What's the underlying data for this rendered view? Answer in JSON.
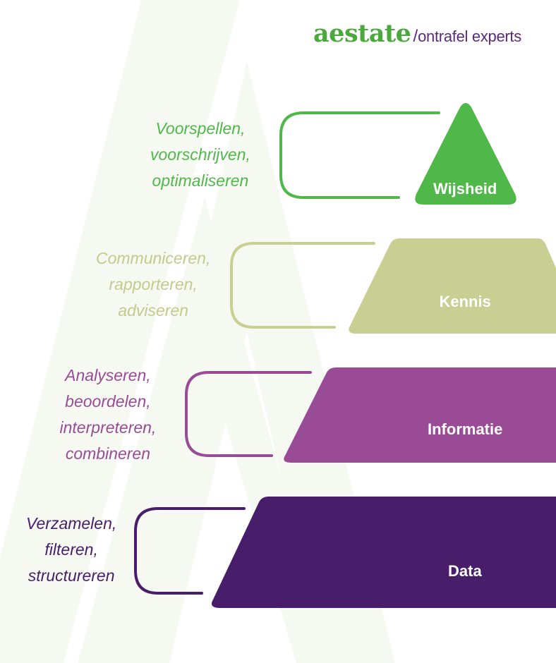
{
  "logo": {
    "brand": "aestate",
    "slash": "/",
    "tagline": "ontrafel experts",
    "brand_color": "#4aa83d",
    "tagline_color": "#5b2a78"
  },
  "tiers": [
    {
      "label": "Wijsheid",
      "color": "#4fb849",
      "text_color": "#4fb849",
      "description": [
        "Voorspellen,",
        "voorschrijven,",
        "optimaliseren"
      ]
    },
    {
      "label": "Kennis",
      "color": "#c9cf92",
      "text_color": "#c4ca8c",
      "description": [
        "Communiceren,",
        "rapporteren,",
        "adviseren"
      ]
    },
    {
      "label": "Informatie",
      "color": "#994b95",
      "text_color": "#994b95",
      "description": [
        "Analyseren,",
        "beoordelen,",
        "interpreteren,",
        "combineren"
      ]
    },
    {
      "label": "Data",
      "color": "#481e6a",
      "text_color": "#481e6a",
      "description": [
        "Verzamelen,",
        "filteren,",
        "structureren"
      ]
    }
  ],
  "watermark_color": "#f5f9f1"
}
